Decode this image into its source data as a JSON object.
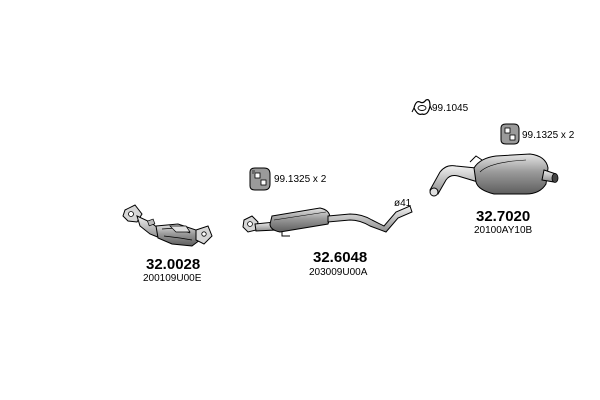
{
  "parts": [
    {
      "id": "catalyst",
      "number": "32.0028",
      "oem": "200109U00E",
      "icon": "catalytic-converter-icon"
    },
    {
      "id": "middle",
      "number": "32.6048",
      "oem": "203009U00A",
      "icon": "middle-silencer-icon"
    },
    {
      "id": "rear",
      "number": "32.7020",
      "oem": "20100AY10B",
      "icon": "rear-silencer-icon"
    }
  ],
  "accessories": {
    "rubber_mount_middle": "99.1325 x 2",
    "rubber_mount_rear": "99.1325 x 2",
    "rubber_ring": "99.1045",
    "pipe_diameter": "ø41"
  },
  "colors": {
    "line": "#000000",
    "fill_light": "#d8d8d8",
    "fill_mid": "#a8a8a8",
    "fill_dark": "#6a6a6a"
  }
}
